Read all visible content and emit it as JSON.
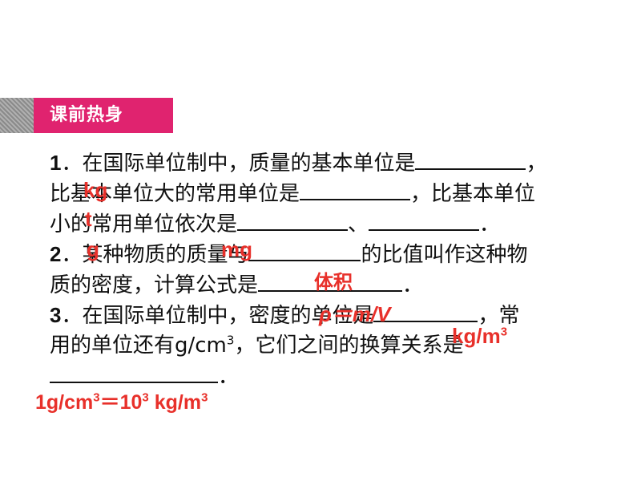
{
  "header": {
    "label": "课前热身"
  },
  "lines": [
    {
      "id": "l1",
      "parts": [
        "1",
        "．在国际单位制中，质量的基本单位是",
        "，"
      ]
    },
    {
      "id": "l2",
      "parts": [
        "比基本单位大的常用单位是",
        "，比基本单位"
      ]
    },
    {
      "id": "l3",
      "parts": [
        "小的常用单位依次是",
        "、",
        "．"
      ]
    },
    {
      "id": "l4",
      "parts": [
        "2",
        "．某种物质的质量与",
        "的比值叫作这种物"
      ]
    },
    {
      "id": "l5",
      "parts": [
        "质的密度，计算公式是",
        "．"
      ]
    },
    {
      "id": "l6",
      "parts": [
        "3",
        "．在国际单位制中，密度的单位是",
        "，常"
      ]
    },
    {
      "id": "l7",
      "parts": [
        "用的单位还有g/cm",
        "3",
        "，它们之间的换算关系是"
      ]
    },
    {
      "id": "l8",
      "parts": [
        "．"
      ]
    }
  ],
  "answers": {
    "kg": "kg",
    "t": "t",
    "g": "g",
    "mg": "mg",
    "volume": "体积",
    "formula": "ρ＝m/V",
    "density_unit_base": "kg/m",
    "density_unit_exp": "3",
    "conversion": {
      "a": "1g/cm",
      "a_exp": "3",
      "eq": "＝10",
      "b_exp": "3",
      "b": " kg/m",
      "c_exp": "3"
    }
  },
  "colors": {
    "accent": "#e0236f",
    "answer": "#e8302a",
    "text": "#111111"
  }
}
